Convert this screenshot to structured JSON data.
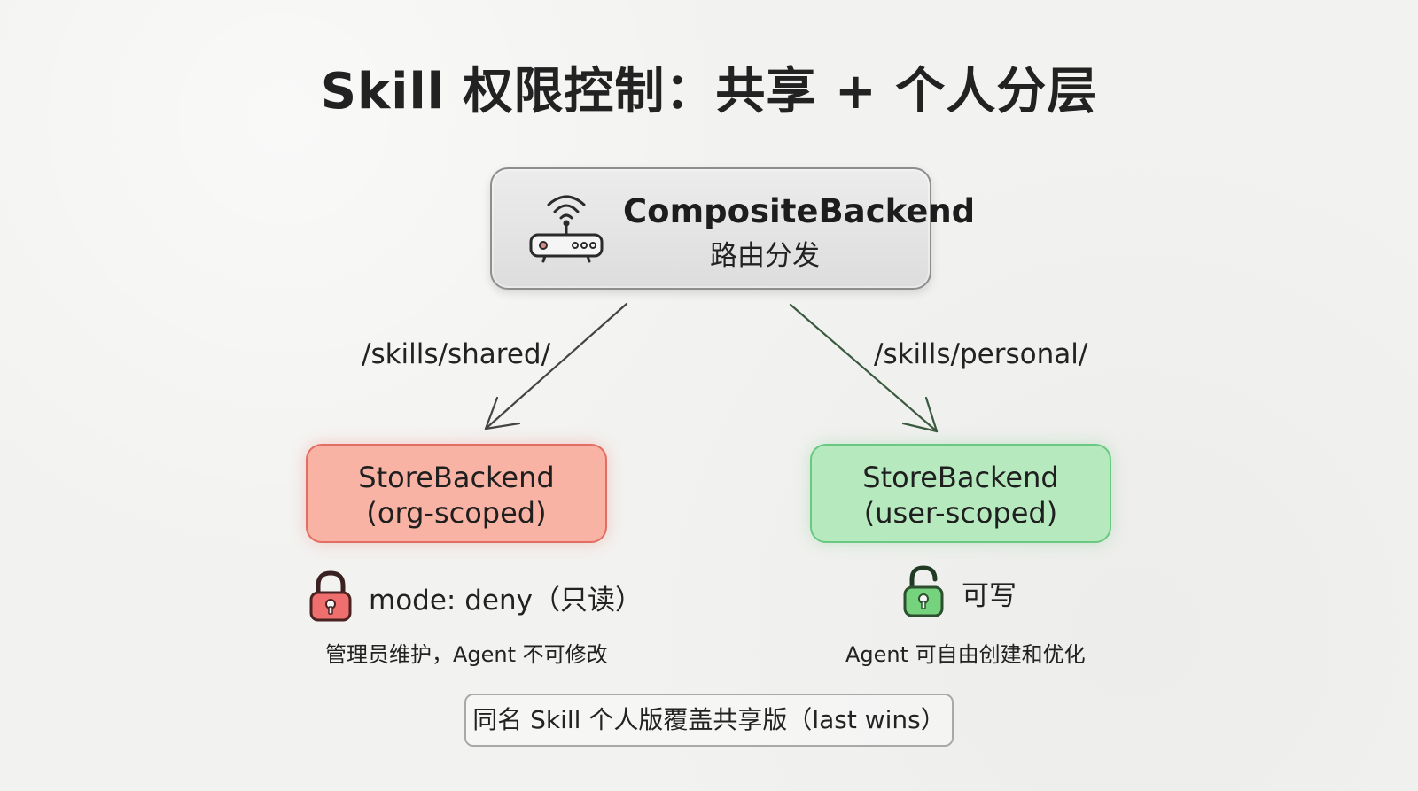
{
  "title": "Skill 权限控制：共享 + 个人分层",
  "router": {
    "title": "CompositeBackend",
    "subtitle": "路由分发",
    "icon": "router-icon"
  },
  "routes": {
    "left": "/skills/shared/",
    "right": "/skills/personal/"
  },
  "backends": {
    "left": {
      "name": "StoreBackend",
      "scope": "(org-scoped)",
      "permission": "mode: deny（只读）",
      "caption": "管理员维护，Agent 不可修改",
      "icon": "lock-closed-icon",
      "fill": "#f8b3a4",
      "stroke": "#e26e63"
    },
    "right": {
      "name": "StoreBackend",
      "scope": "(user-scoped)",
      "permission": "可写",
      "caption": "Agent 可自由创建和优化",
      "icon": "lock-open-icon",
      "fill": "#b7e9bf",
      "stroke": "#69c983"
    }
  },
  "note": "同名 Skill 个人版覆盖共享版（last wins）",
  "colors": {
    "background": "#f2f2f0",
    "router_fill": "#e3e3e3",
    "router_stroke": "#8e8e8e",
    "arrow_left": "#444444",
    "arrow_right": "#3a5a40"
  }
}
